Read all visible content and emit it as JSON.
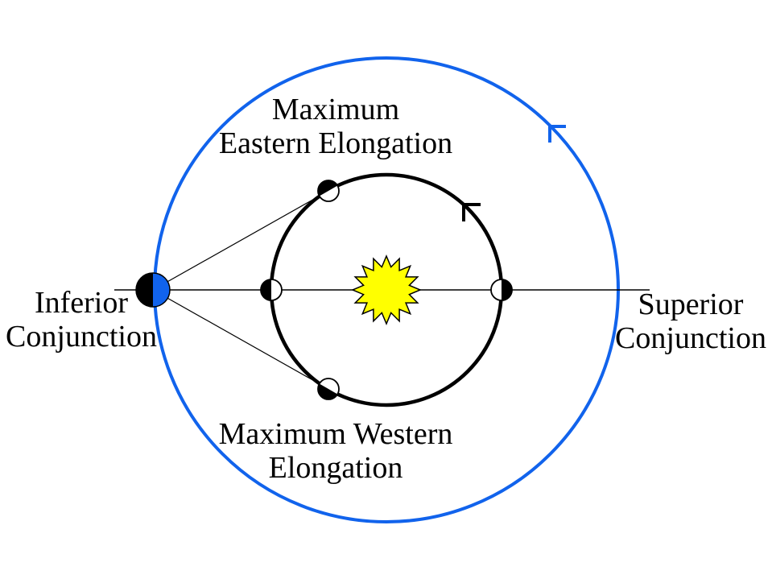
{
  "diagram": {
    "labels": {
      "max_eastern": {
        "line1": "Maximum",
        "line2": "Eastern Elongation"
      },
      "inferior": {
        "line1": "Inferior",
        "line2": "Conjunction"
      },
      "superior": {
        "line1": "Superior",
        "line2": "Conjunction"
      },
      "max_western": {
        "line1": "Maximum Western",
        "line2": "Elongation"
      }
    },
    "colors": {
      "orbit_blue": "#1163EC",
      "earth_blue": "#1163EC",
      "sun_yellow": "#FFFF00",
      "planet_lit": "#FFFFFF",
      "ink": "#000000",
      "background": "#FFFFFF"
    },
    "icons": {
      "sun": "sun-starburst-icon",
      "earth": "earth-half-lit-icon",
      "planet": "planet-phase-icon",
      "direction_arrow": "orbit-direction-arrow-icon"
    }
  }
}
